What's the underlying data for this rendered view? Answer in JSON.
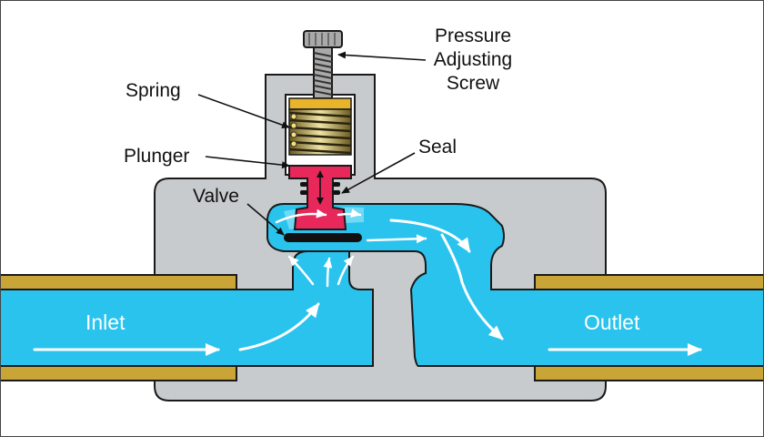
{
  "labels": {
    "pressure_adjusting_screw": [
      "Pressure",
      "Adjusting",
      "Screw"
    ],
    "spring": "Spring",
    "plunger": "Plunger",
    "seal": "Seal",
    "valve": "Valve",
    "inlet": "Inlet",
    "outlet": "Outlet"
  },
  "colors": {
    "body": "#c8cbcd",
    "outline": "#1a1a1a",
    "fluid": "#29c3ee",
    "fluid_light": "#8fe3f7",
    "pipe_wall": "#c9a437",
    "plunger": "#e8285a",
    "spring_cap": "#e8b42c",
    "spring_coil": "#d7c26a",
    "screw": "#a9a9a9",
    "seal": "#111111",
    "arrow": "#ffffff"
  }
}
